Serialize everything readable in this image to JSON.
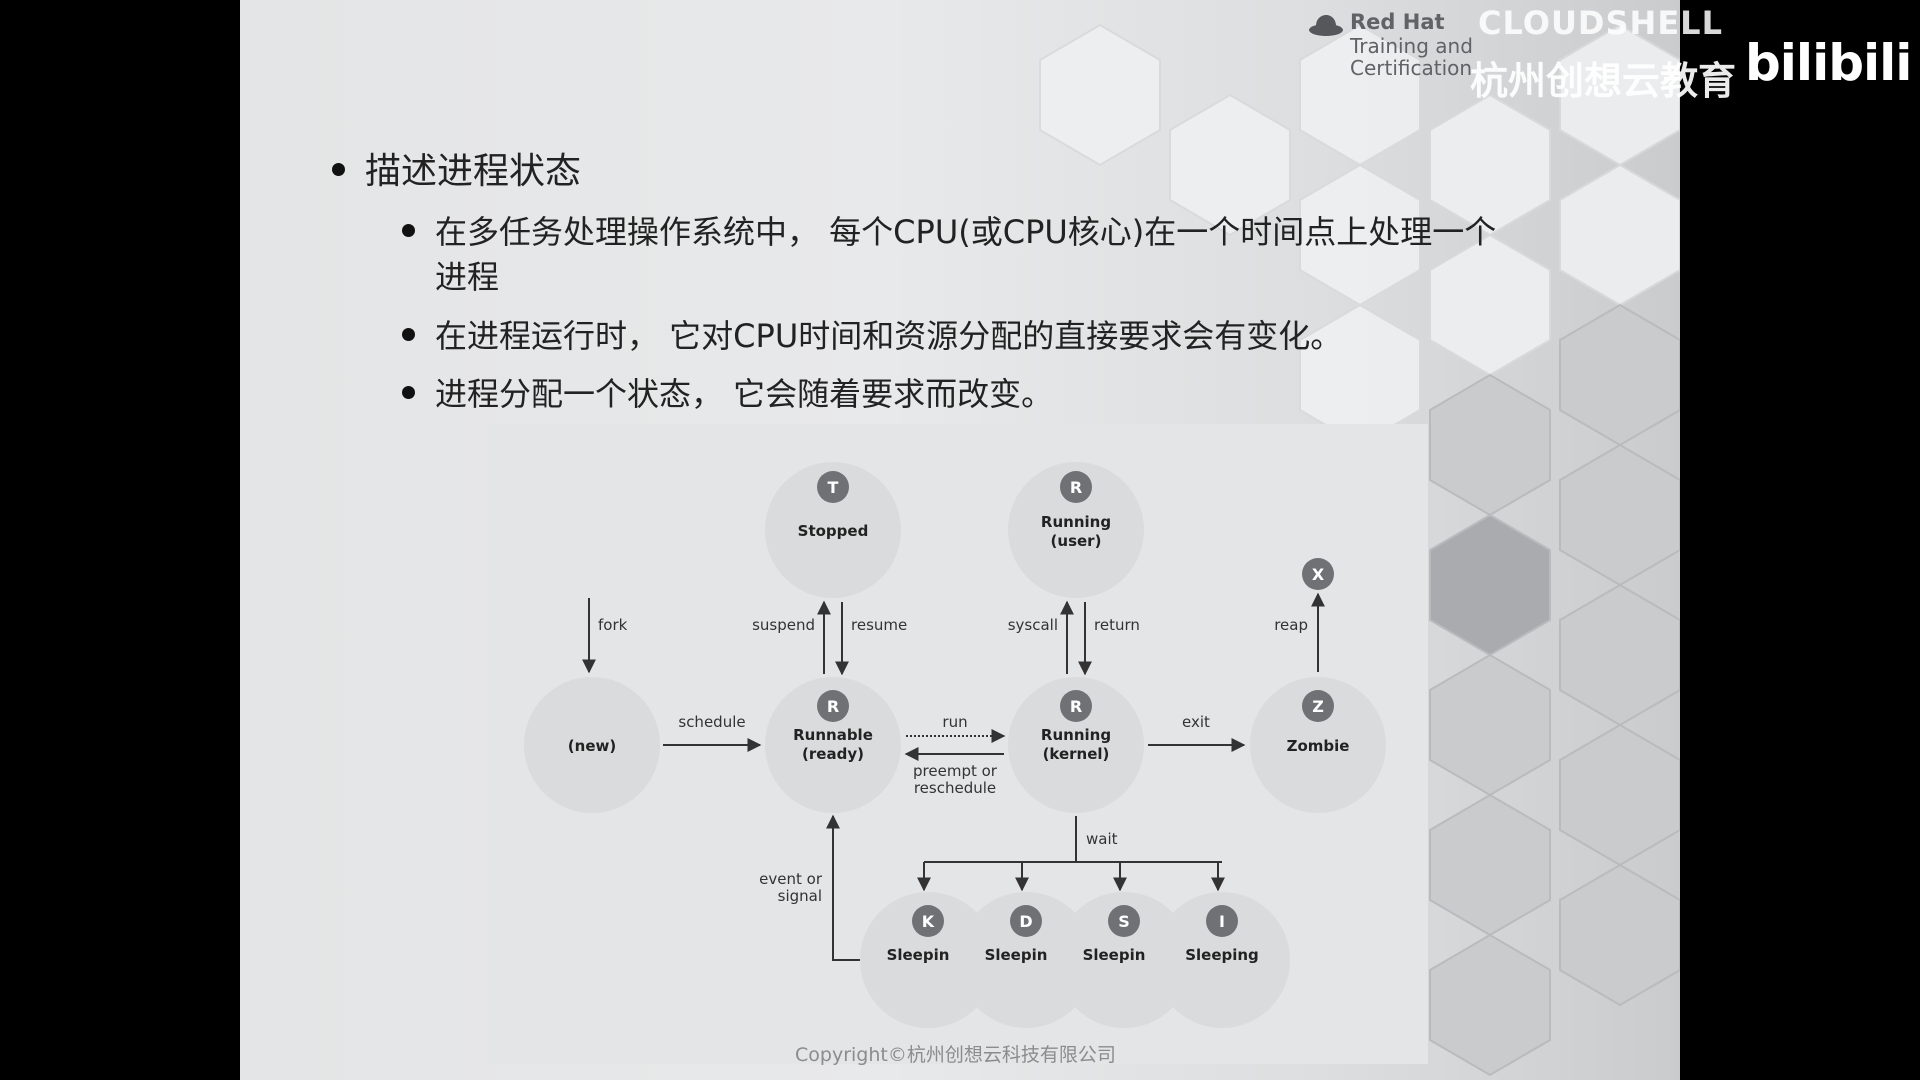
{
  "header": {
    "logo_brand": "Red Hat",
    "logo_line2": "Training and",
    "logo_line3": "Certification",
    "watermark_top": "CLOUDSHELL",
    "watermark_edu": "杭州创想云教育",
    "bilibili": "bilibili"
  },
  "content": {
    "main_bullet": "描述进程状态",
    "sub_bullets": [
      {
        "line1": "在多任务处理操作系统中，  每个CPU(或CPU核心)在一个时间点上处理一个",
        "line2": "进程"
      },
      {
        "line1": "在进程运行时，  它对CPU时间和资源分配的直接要求会有变化。"
      },
      {
        "line1": "进程分配一个状态，  它会随着要求而改变。"
      }
    ]
  },
  "diagram": {
    "states": {
      "stopped": {
        "letter": "T",
        "label": "Stopped"
      },
      "running_user": {
        "letter": "R",
        "label1": "Running",
        "label2": "(user)"
      },
      "exited": {
        "letter": "X"
      },
      "new": {
        "label": "(new)"
      },
      "runnable": {
        "letter": "R",
        "label1": "Runnable",
        "label2": "(ready)"
      },
      "running_kernel": {
        "letter": "R",
        "label1": "Running",
        "label2": "(kernel)"
      },
      "zombie": {
        "letter": "Z",
        "label": "Zombie"
      },
      "sleep_k": {
        "letter": "K",
        "label": "Sleepin"
      },
      "sleep_d": {
        "letter": "D",
        "label": "Sleepin"
      },
      "sleep_s": {
        "letter": "S",
        "label": "Sleepin"
      },
      "sleep_i": {
        "letter": "I",
        "label": "Sleeping"
      }
    },
    "edges": {
      "fork": "fork",
      "suspend": "suspend",
      "resume": "resume",
      "syscall": "syscall",
      "return": "return",
      "reap": "reap",
      "schedule": "schedule",
      "run": "run",
      "preempt1": "preempt or",
      "preempt2": "reschedule",
      "exit": "exit",
      "wait": "wait",
      "event1": "event or",
      "event2": "signal"
    }
  },
  "footer": {
    "copyright": "Copyright©杭州创想云科技有限公司"
  },
  "colors": {
    "badge": "#6f7175",
    "circle": "#dadbdc",
    "text": "#222222"
  }
}
